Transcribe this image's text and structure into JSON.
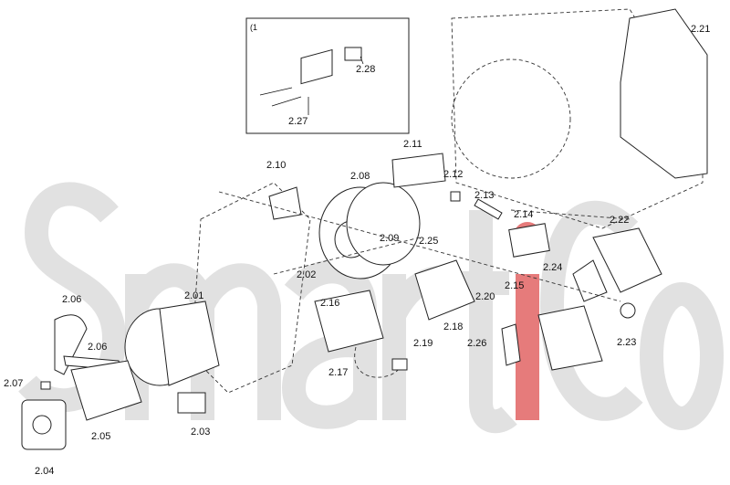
{
  "watermark": {
    "text_before": "Smart",
    "text_accent": "i",
    "text_after": "Co",
    "accent_color": "#e05a5a",
    "base_color": "#c9c9c9"
  },
  "inset": {
    "marker": "(1"
  },
  "labels": [
    "2.28",
    "2.27",
    "2.21",
    "2.11",
    "2.10",
    "2.08",
    "2.12",
    "2.13",
    "2.14",
    "2.22",
    "2.09",
    "2.25",
    "2.24",
    "2.02",
    "2.01",
    "2.15",
    "2.20",
    "2.06",
    "2.16",
    "2.18",
    "2.19",
    "2.23",
    "2.26",
    "2.06",
    "2.17",
    "2.07",
    "2.05",
    "2.03",
    "2.04"
  ]
}
